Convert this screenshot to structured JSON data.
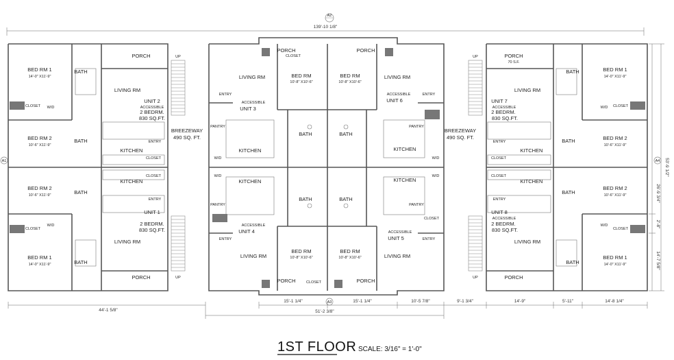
{
  "title": "1ST FLOOR",
  "scale": "SCALE: 3/16\" = 1'-0\"",
  "overall_width": "139'-10 1/8\"",
  "overall_depth": "53'-9 1/2\"",
  "dims_bottom": [
    "44'-1 5/8\"",
    "15'-1 1/4\"",
    "15'-1 1/4\"",
    "10'-5 7/8\"",
    "9'-1 3/4\"",
    "14'-9\"",
    "5'-11\"",
    "14'-8 1/4\"",
    "51'-2 3/8\""
  ],
  "dims_right": [
    "26'-9 3/4\"",
    "2'-8\"",
    "14'-7 5/8\""
  ],
  "units": {
    "u1": {
      "l1": "UNIT 1",
      "l2": "2 BEDRM.",
      "l3": "830 SQ.FT."
    },
    "u2": {
      "l1": "UNIT 2",
      "acc": "ACCESSIBLE",
      "l2": "2 BEDRM.",
      "l3": "830 SQ.FT."
    },
    "u3": {
      "acc": "ACCESSIBLE",
      "l1": "UNIT 3"
    },
    "u4": {
      "acc": "ACCESSIBLE",
      "l1": "UNIT 4"
    },
    "u5": {
      "acc": "ACCESSIBLE",
      "l1": "UNIT 5"
    },
    "u6": {
      "acc": "ACCESSIBLE",
      "l1": "UNIT 6"
    },
    "u7": {
      "l1": "UNIT 7",
      "acc": "ACCESSIBLE",
      "l2": "2 BEDRM.",
      "l3": "830 SQ.FT."
    },
    "u8": {
      "l1": "UNIT 8",
      "acc": "ACCESSIBLE",
      "l2": "2 BEDRM.",
      "l3": "830 SQ.FT."
    }
  },
  "breezeway": {
    "label": "BREEZEWAY",
    "area": "490 SQ. FT."
  },
  "rooms": {
    "porch": "PORCH",
    "bed1": "BED RM 1",
    "bed2": "BED RM 2",
    "bed": "BED RM",
    "bath": "BATH",
    "living": "LIVING RM",
    "kitchen": "KITCHEN",
    "entry": "ENTRY",
    "pantry": "PANTRY",
    "closet": "CLOSET",
    "wd": "W/D",
    "up": "UP",
    "porch_area": "70 S.F."
  },
  "room_dims": {
    "bed1": "14'-0\" X11'-9\"",
    "bed2": "10'-6\" X11'-9\"",
    "bed": "10'-8\"  X10'-6\""
  },
  "markers": {
    "top": "A2",
    "bottom": "A3",
    "left": "A1",
    "right": "A4"
  }
}
